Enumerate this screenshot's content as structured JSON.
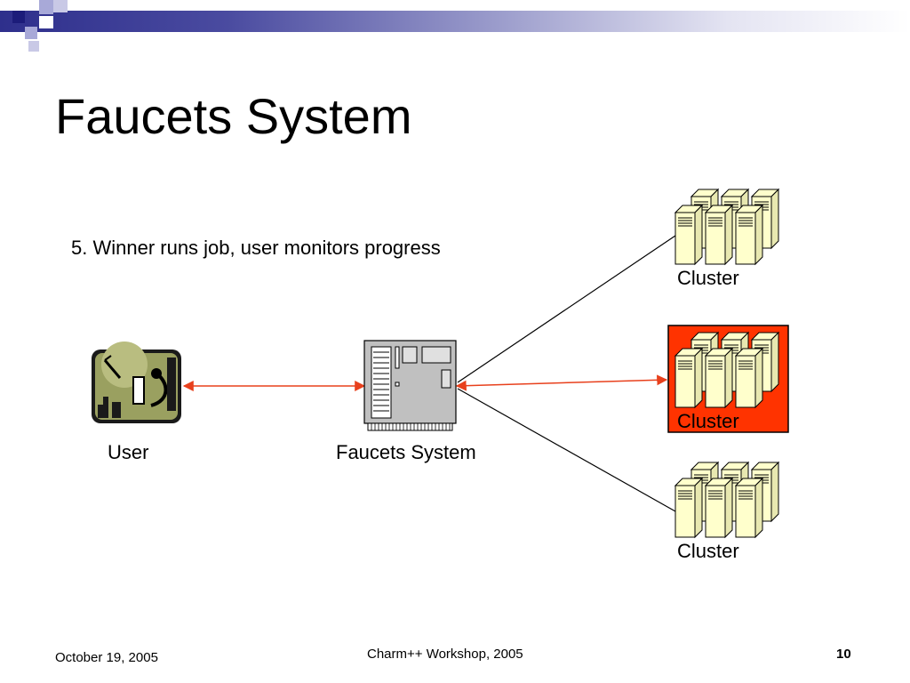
{
  "slide": {
    "title": "Faucets System",
    "step_text": "5. Winner runs job, user monitors progress"
  },
  "diagram": {
    "user_label": "User",
    "system_label": "Faucets System",
    "clusters": [
      {
        "label": "Cluster",
        "selected": false
      },
      {
        "label": "Cluster",
        "selected": true
      },
      {
        "label": "Cluster",
        "selected": false
      }
    ]
  },
  "footer": {
    "date": "October 19, 2005",
    "event": "Charm++ Workshop, 2005",
    "page_number": "10"
  },
  "colors": {
    "title_bar_dark": "#2e2f8c",
    "decor_square": "#1c1c7a",
    "decor_square_light": "#a8a9d8",
    "connector_red": "#e8401c",
    "selected_cluster_bg": "#ff3300",
    "server_fill": "#ffffcc"
  }
}
